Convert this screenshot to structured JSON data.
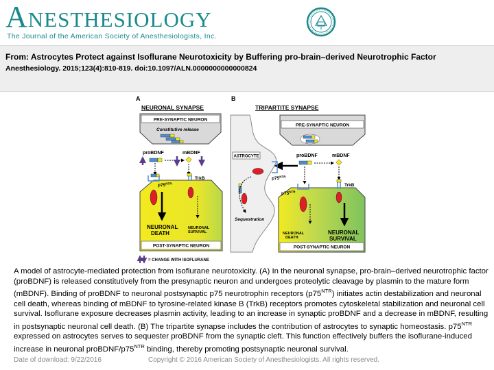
{
  "journal": {
    "name": "Anesthesiology",
    "subtitle": "The Journal of the American Society of Anesthesiologists, Inc."
  },
  "article": {
    "from_line": "From: Astrocytes Protect against Isoflurane Neurotoxicity by Buffering pro-brain–derived Neurotrophic Factor",
    "citation": "Anesthesiology. 2015;123(4):810-819. doi:10.1097/ALN.0000000000000824"
  },
  "figure": {
    "panel_a": {
      "letter": "A",
      "title": "NEURONAL SYNAPSE",
      "presynaptic": "PRE-SYNAPTIC NEURON",
      "release": "Constitutive release",
      "probdnf": "proBDNF",
      "mbdnf": "mBDNF",
      "p75": "p75",
      "p75_sup": "NTR",
      "trkb": "TrkB",
      "death_1": "NEURONAL",
      "death_2": "DEATH",
      "survival_1": "NEURONAL",
      "survival_2": "SURVIVAL",
      "postsynaptic": "POST-SYNAPTIC NEURON",
      "legend": "= CHANGE WITH ISOFLURANE"
    },
    "panel_b": {
      "letter": "B",
      "title": "TRIPARTITE SYNAPSE",
      "presynaptic": "PRE-SYNAPTIC NEURON",
      "astrocyte": "ASTROCYTE",
      "probdnf": "proBDNF",
      "mbdnf": "mBDNF",
      "p75": "p75",
      "p75_sup": "NTR",
      "trkb": "TrkB",
      "sequestration": "Sequestration",
      "death_1": "NEURONAL",
      "death_2": "DEATH",
      "survival_1": "NEURONAL",
      "survival_2": "SURVIVAL",
      "postsynaptic": "POST-SYNAPTIC NEURON"
    },
    "colors": {
      "yellow": "#f2ea1e",
      "green": "#7fc35e",
      "red": "#e01e26",
      "blue": "#4f8fcf",
      "purple": "#5b3b8a",
      "grey": "#d9d9d9"
    }
  },
  "caption": {
    "p1": "A model of astrocyte-mediated protection from isoflurane neurotoxicity. (A) In the neuronal synapse, pro-brain–derived neurotrophic factor (proBDNF) is released constitutively from the presynaptic neuron and undergoes proteolytic cleavage by plasmin to the mature form (mBDNF). Binding of proBDNF to neuronal postsynaptic p75 neurotrophin receptors (p75",
    "p1_sup": "NTR",
    "p2": ") initiates actin destabilization and neuronal cell death, whereas binding of mBDNF to tyrosine-related kinase B (TrkB) receptors promotes cytoskeletal stabilization and neuronal cell survival. Isoflurane exposure decreases plasmin activity, leading to an increase in synaptic proBDNF and a decrease in mBDNF, resulting in postsynaptic neuronal cell death. (B) The tripartite synapse includes the contribution of astrocytes to synaptic homeostasis. p75",
    "p2_sup": "NTR",
    "p3": " expressed on astrocytes serves to sequester proBDNF from the synaptic cleft. This function effectively buffers the isoflurane-induced increase in neuronal proBDNF/p75",
    "p3_sup": "NTR",
    "p4": " binding, thereby promoting postsynaptic neuronal survival."
  },
  "footer": {
    "date": "Date of download:  9/22/2016",
    "copyright": "Copyright © 2016 American Society of Anesthesiologists. All rights reserved."
  }
}
